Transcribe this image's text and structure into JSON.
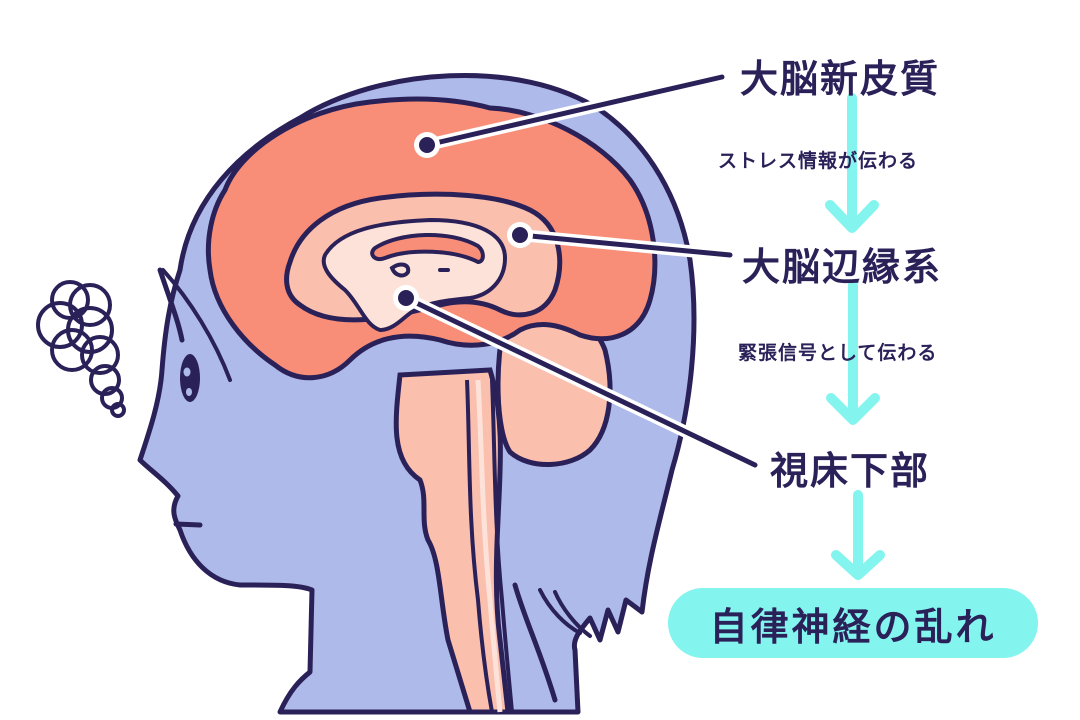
{
  "diagram": {
    "labels": {
      "cortex": "大脳新皮質",
      "limbic": "大脳辺縁系",
      "hypothalamus": "視床下部",
      "result": "自律神経の乱れ"
    },
    "arrows": {
      "step1": "ストレス情報が伝わる",
      "step2": "緊張信号として伝わる"
    },
    "colors": {
      "outline": "#2b2159",
      "head": "#aebbea",
      "cortex": "#f98e78",
      "limbic": "#fbbfae",
      "inner": "#fde2da",
      "arrow": "#84f4ee",
      "background": "#ffffff"
    },
    "icons": {
      "confusion": "scribble-thought-icon"
    }
  }
}
